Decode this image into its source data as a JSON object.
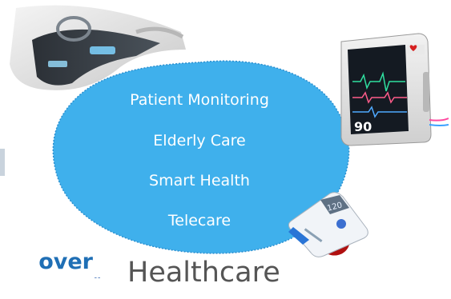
{
  "bubble": {
    "items": [
      "Patient Monitoring",
      "Elderly Care",
      "Smart Health",
      "Telecare"
    ]
  },
  "caption_cut": "over",
  "caption_main": "Healthcare",
  "monitor": {
    "reading": "90"
  },
  "glucose_meter": {
    "reading": "120"
  },
  "colors": {
    "bubble_fill": "#3fb0ec",
    "caption_blue": "#1f6fb5",
    "caption_gray": "#555555"
  }
}
